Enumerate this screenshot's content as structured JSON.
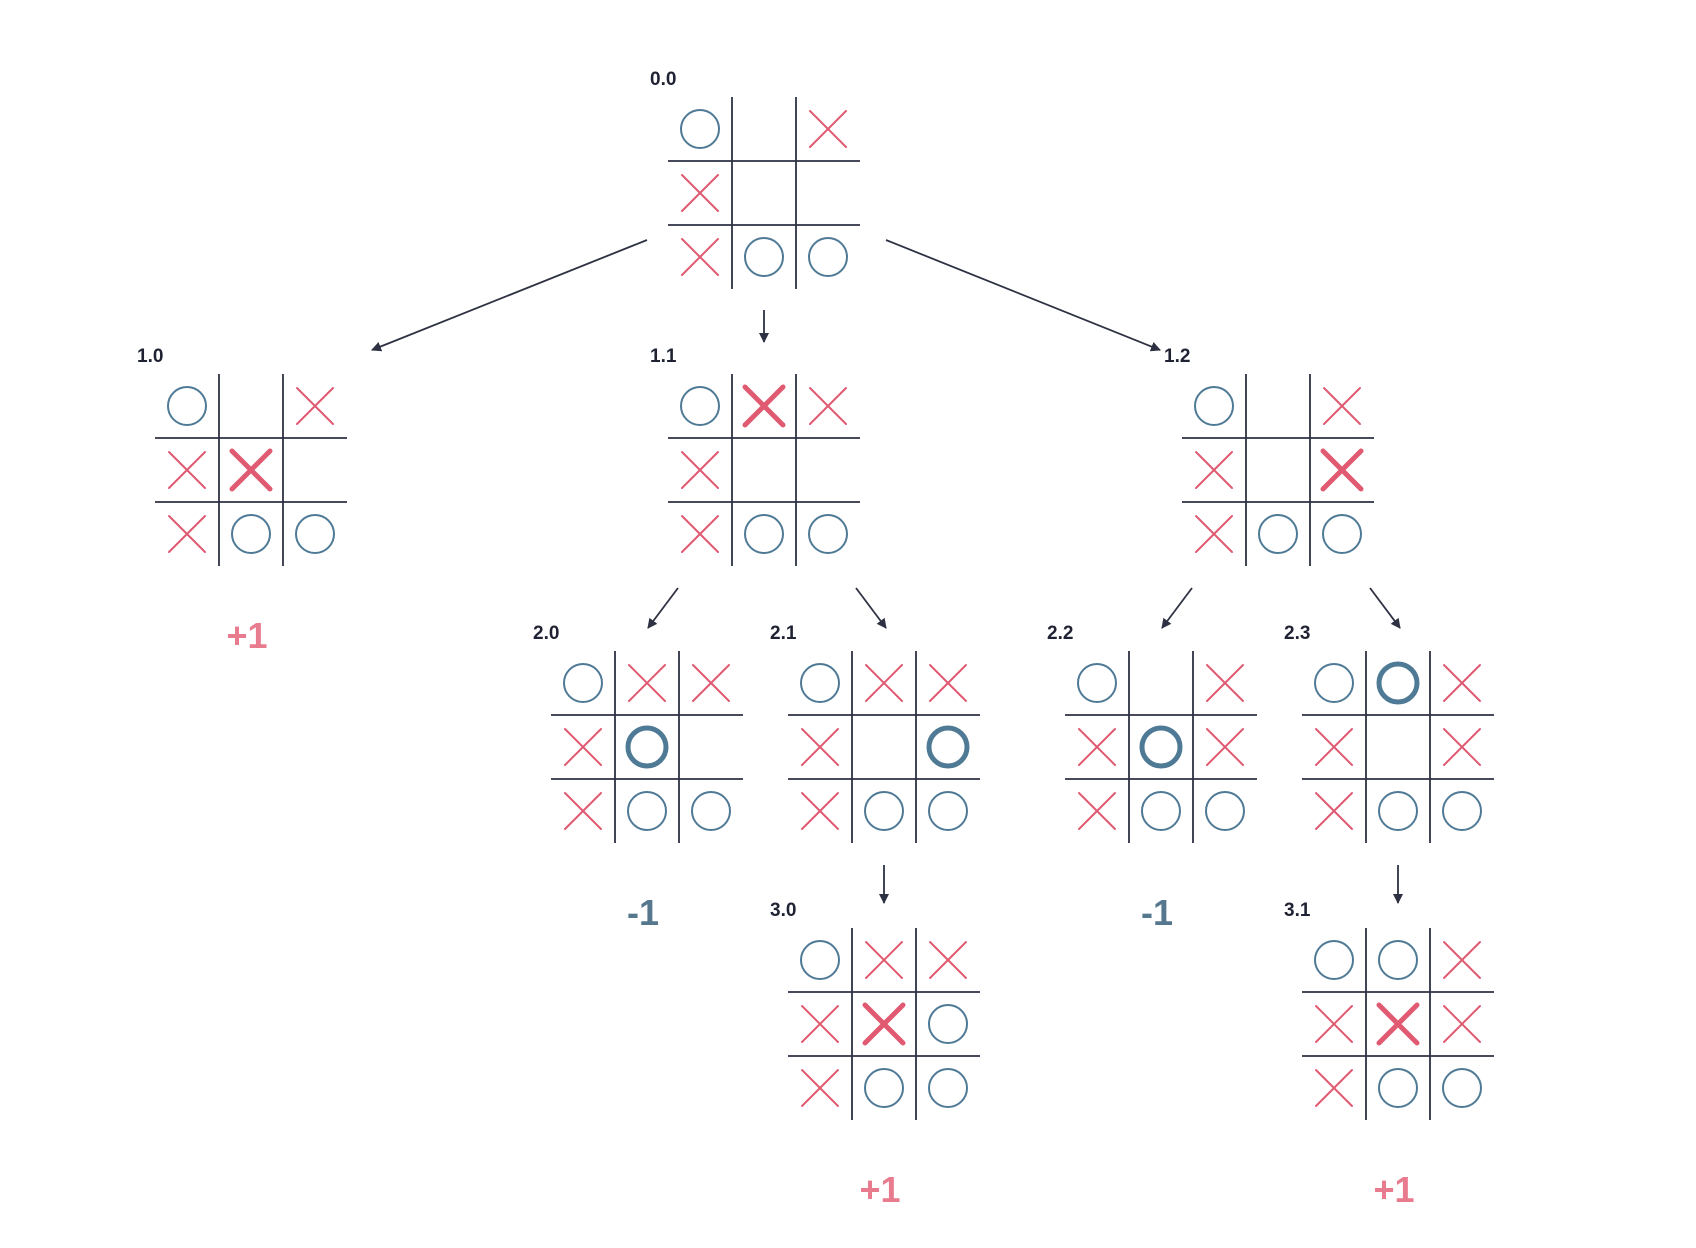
{
  "colors": {
    "background": "#ffffff",
    "grid": "#2d3142",
    "x_mark": "#e05a72",
    "o_mark": "#4f7a96",
    "label": "#1f2233",
    "arrow": "#2d3142",
    "score_positive": "#e97b8f",
    "score_negative": "#55788f"
  },
  "nodes": [
    {
      "id": "0.0",
      "label": "0.0",
      "board": [
        "O",
        "",
        "X",
        "X",
        "",
        "",
        "X",
        "O",
        "O"
      ],
      "highlight": null,
      "score": ""
    },
    {
      "id": "1.0",
      "label": "1.0",
      "board": [
        "O",
        "",
        "X",
        "X",
        "X",
        "",
        "X",
        "O",
        "O"
      ],
      "highlight": 4,
      "score": "+1"
    },
    {
      "id": "1.1",
      "label": "1.1",
      "board": [
        "O",
        "X",
        "X",
        "X",
        "",
        "",
        "X",
        "O",
        "O"
      ],
      "highlight": 1,
      "score": ""
    },
    {
      "id": "1.2",
      "label": "1.2",
      "board": [
        "O",
        "",
        "X",
        "X",
        "",
        "X",
        "X",
        "O",
        "O"
      ],
      "highlight": 5,
      "score": ""
    },
    {
      "id": "2.0",
      "label": "2.0",
      "board": [
        "O",
        "X",
        "X",
        "X",
        "O",
        "",
        "X",
        "O",
        "O"
      ],
      "highlight": 4,
      "score": "-1"
    },
    {
      "id": "2.1",
      "label": "2.1",
      "board": [
        "O",
        "X",
        "X",
        "X",
        "",
        "O",
        "X",
        "O",
        "O"
      ],
      "highlight": 5,
      "score": ""
    },
    {
      "id": "2.2",
      "label": "2.2",
      "board": [
        "O",
        "",
        "X",
        "X",
        "O",
        "X",
        "X",
        "O",
        "O"
      ],
      "highlight": 4,
      "score": "-1"
    },
    {
      "id": "2.3",
      "label": "2.3",
      "board": [
        "O",
        "O",
        "X",
        "X",
        "",
        "X",
        "X",
        "O",
        "O"
      ],
      "highlight": 1,
      "score": ""
    },
    {
      "id": "3.0",
      "label": "3.0",
      "board": [
        "O",
        "X",
        "X",
        "X",
        "X",
        "O",
        "X",
        "O",
        "O"
      ],
      "highlight": 4,
      "score": "+1"
    },
    {
      "id": "3.1",
      "label": "3.1",
      "board": [
        "O",
        "O",
        "X",
        "X",
        "X",
        "X",
        "X",
        "O",
        "O"
      ],
      "highlight": 4,
      "score": "+1"
    }
  ],
  "edges": [
    {
      "from": "0.0",
      "to": "1.0"
    },
    {
      "from": "0.0",
      "to": "1.1"
    },
    {
      "from": "0.0",
      "to": "1.2"
    },
    {
      "from": "1.1",
      "to": "2.0"
    },
    {
      "from": "1.1",
      "to": "2.1"
    },
    {
      "from": "1.2",
      "to": "2.2"
    },
    {
      "from": "1.2",
      "to": "2.3"
    },
    {
      "from": "2.1",
      "to": "3.0"
    },
    {
      "from": "2.3",
      "to": "3.1"
    }
  ]
}
